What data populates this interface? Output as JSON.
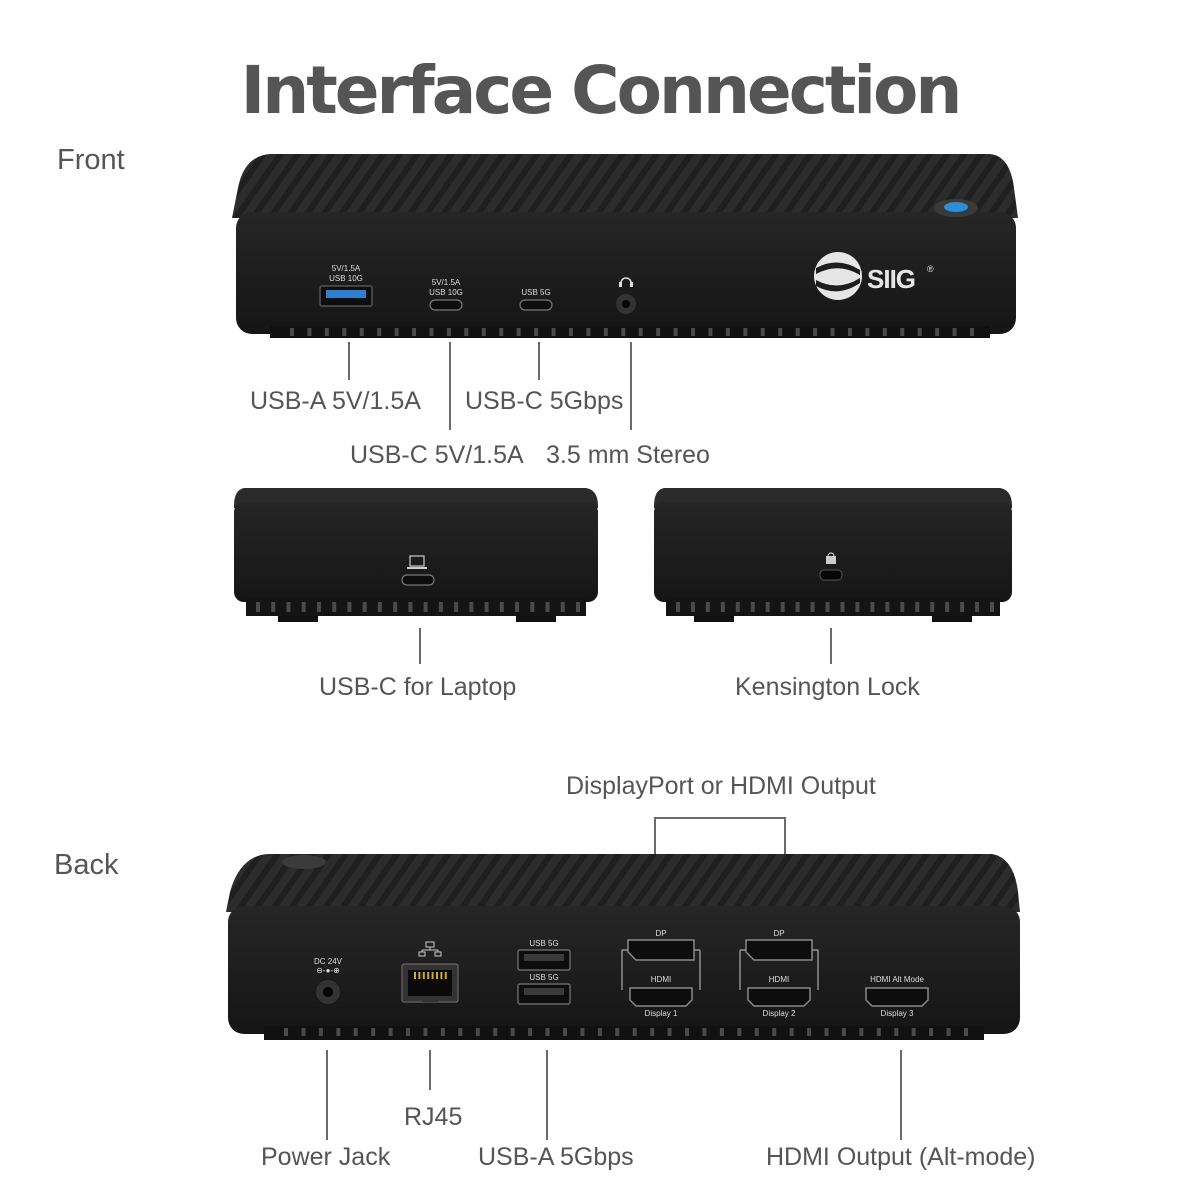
{
  "title": "Interface Connection",
  "sections": {
    "front": "Front",
    "back": "Back"
  },
  "front": {
    "brand": "SIIG",
    "brand_mark": "®",
    "port_markings": {
      "usb_a_top": "5V/1.5A",
      "usb_a_bottom": "USB 10G",
      "usb_c_top": "5V/1.5A",
      "usb_c_bottom": "USB 10G",
      "usb_c5": "USB 5G"
    },
    "labels": {
      "usb_a": "USB-A 5V/1.5A",
      "usb_c_5gbps": "USB-C 5Gbps",
      "usb_c_power": "USB-C 5V/1.5A",
      "stereo": "3.5 mm Stereo"
    }
  },
  "sides": {
    "labels": {
      "laptop": "USB-C for Laptop",
      "lock": "Kensington Lock"
    }
  },
  "back": {
    "port_markings": {
      "dc": "DC 24V",
      "usb5_top": "USB 5G",
      "usb5_bottom": "USB 5G",
      "dp1": "DP",
      "hdmi1": "HDMI",
      "display1": "Display 1",
      "dp2": "DP",
      "hdmi2": "HDMI",
      "display2": "Display 2",
      "hdmi_alt": "HDMI Alt Mode",
      "display3": "Display 3"
    },
    "labels": {
      "display_output": "DisplayPort or HDMI Output",
      "power": "Power Jack",
      "rj45": "RJ45",
      "usb_a_5gbps": "USB-A 5Gbps",
      "hdmi_alt": "HDMI Output (Alt-mode)"
    }
  },
  "colors": {
    "device_body": "#1e1e1e",
    "device_top": "#2b2b2b",
    "usb_a_accent": "#2f7fd1",
    "power_button_glow": "#2a8fd6",
    "text": "#555555",
    "leader_line": "#6a6a6a"
  }
}
